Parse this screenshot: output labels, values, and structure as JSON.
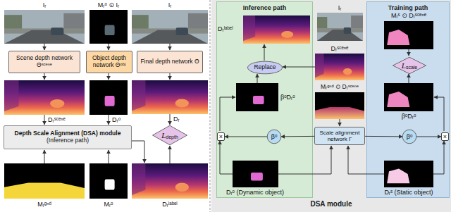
{
  "diagram": {
    "nodes": [
      {
        "text": [
          "Scene depth network Θˢᶜᵉⁿᵉ"
        ]
      },
      {
        "text": [
          "Object depth network Θᵒᵇʲ"
        ]
      },
      {
        "text": [
          "Final depth network Θ"
        ]
      },
      {
        "text": [
          "Depth Scale Alignment (DSA) module",
          "(Inference path)"
        ]
      },
      {
        "text": [
          "L",
          "depth"
        ]
      },
      {
        "text": [
          "DSA module"
        ]
      },
      {
        "text": [
          "Inference path"
        ],
        "in": 5
      },
      {
        "text": [
          "Training path"
        ],
        "in": 5
      },
      {
        "text": [
          "Replace"
        ],
        "in": 6
      },
      {
        "text": [
          "βᵒ"
        ],
        "in": 6
      },
      {
        "text": [
          "Scale alignment network Γ"
        ],
        "in": 5
      },
      {
        "text": [
          "βᵒ"
        ],
        "in": 7
      },
      {
        "text": [
          "L",
          "scale"
        ],
        "in": 7
      },
      {
        "text": [
          "×"
        ],
        "in": 6
      },
      {
        "text": [
          "×"
        ],
        "in": 7
      }
    ],
    "edges": [
      {
        "from": 10,
        "to": 9,
        "arrow": "to"
      },
      {
        "from": 10,
        "to": 11,
        "arrow": "to"
      },
      {
        "from": 9,
        "to": 13,
        "arrow": "to"
      },
      {
        "from": 11,
        "to": 14,
        "arrow": "to"
      }
    ],
    "labels": [
      "Iᵣ",
      "Mᵣᵒ ⊙ Iᵣ",
      "Iᵣ",
      "Dᵣˢᶜᵉⁿᵉ",
      "Dᵣᵒ",
      "Dᵣ",
      "Mᵣᵍⁿᵈ",
      "Mᵣᵒ",
      "Dᵣˡᵃᵇᵉˡ",
      "Dᵣˡᵃᵇᵉˡ",
      "Iᵣ",
      "Dᵣˢᶜᵉⁿᵉ",
      "βᵒDᵣᵒ",
      "Mᵣᵍⁿᵈ ⊙ Dᵣˢᶜᵉⁿᵉ",
      "Mᵣˢ ⊙ Dᵣˢᶜᵉⁿᵉ",
      "βᵒDᵣᵒ",
      "Dᵣᵒ (Dynamic object)",
      "Dᵣˢ (Static object)"
    ]
  }
}
